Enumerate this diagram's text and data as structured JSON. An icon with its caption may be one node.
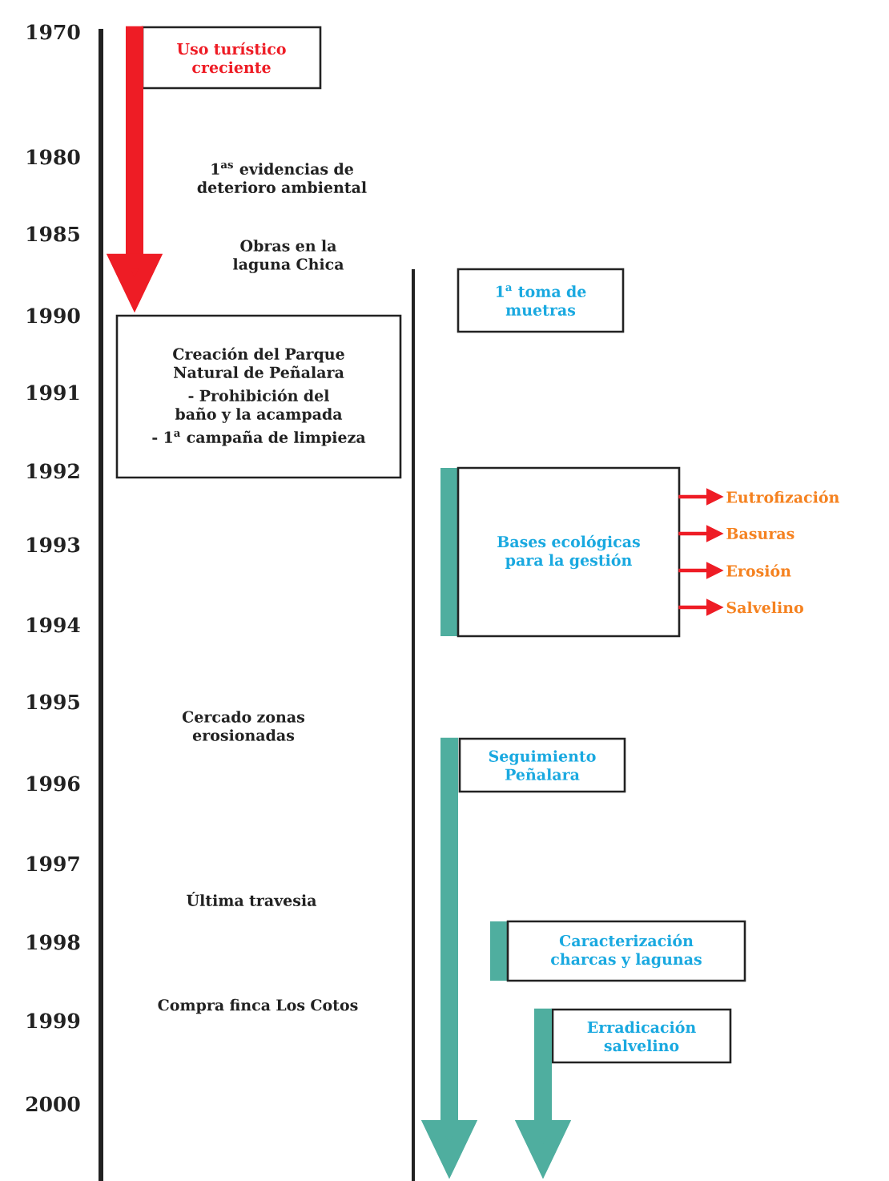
{
  "diagram": {
    "nodes": [
      {
        "text": [
          "Uso turístico creciente"
        ]
      },
      {
        "text": [
          "Creación del Parque Natural de Peñalara",
          "- Prohibición del baño y la acampada",
          "- 1$^{a}$ campaña de limpieza"
        ]
      },
      {
        "text": [
          "1$^{a}$ toma de muetras"
        ]
      },
      {
        "text": [
          "Bases ecológicas para la gestión"
        ]
      },
      {
        "text": [
          "Eutrofización"
        ]
      },
      {
        "text": [
          "Basuras"
        ]
      },
      {
        "text": [
          "Erosión"
        ]
      },
      {
        "text": [
          "Salvelino"
        ]
      },
      {
        "text": [
          "Seguimiento Peñalara"
        ]
      },
      {
        "text": [
          "Caracterización charcas y lagunas"
        ]
      },
      {
        "text": [
          "Erradicación salvelino"
        ]
      }
    ],
    "edges": [
      {
        "from": 0,
        "to": 1,
        "arrow": "to",
        "style": "thick"
      },
      {
        "from": 3,
        "to": 4,
        "arrow": "to"
      },
      {
        "from": 3,
        "to": 5,
        "arrow": "to"
      },
      {
        "from": 3,
        "to": 6,
        "arrow": "to"
      },
      {
        "from": 3,
        "to": 7,
        "arrow": "to"
      },
      {
        "from": 8,
        "to": null,
        "arrow": "to",
        "style": "thick",
        "color": "#4fae9f"
      },
      {
        "from": 10,
        "to": null,
        "arrow": "to",
        "style": "thick",
        "color": "#4fae9f"
      }
    ],
    "labels": [
      "1970",
      "1980",
      "1$^{as}$ evidencias de deterioro ambiental",
      "1985",
      "Obras en la laguna Chica",
      "1990",
      "1991",
      "1992",
      "1993",
      "1994",
      "1995",
      "Cercado zonas erosionadas",
      "1996",
      "1997",
      "Última travesia",
      "1998",
      "Compra finca Los Cotos",
      "1999",
      "2000"
    ]
  }
}
